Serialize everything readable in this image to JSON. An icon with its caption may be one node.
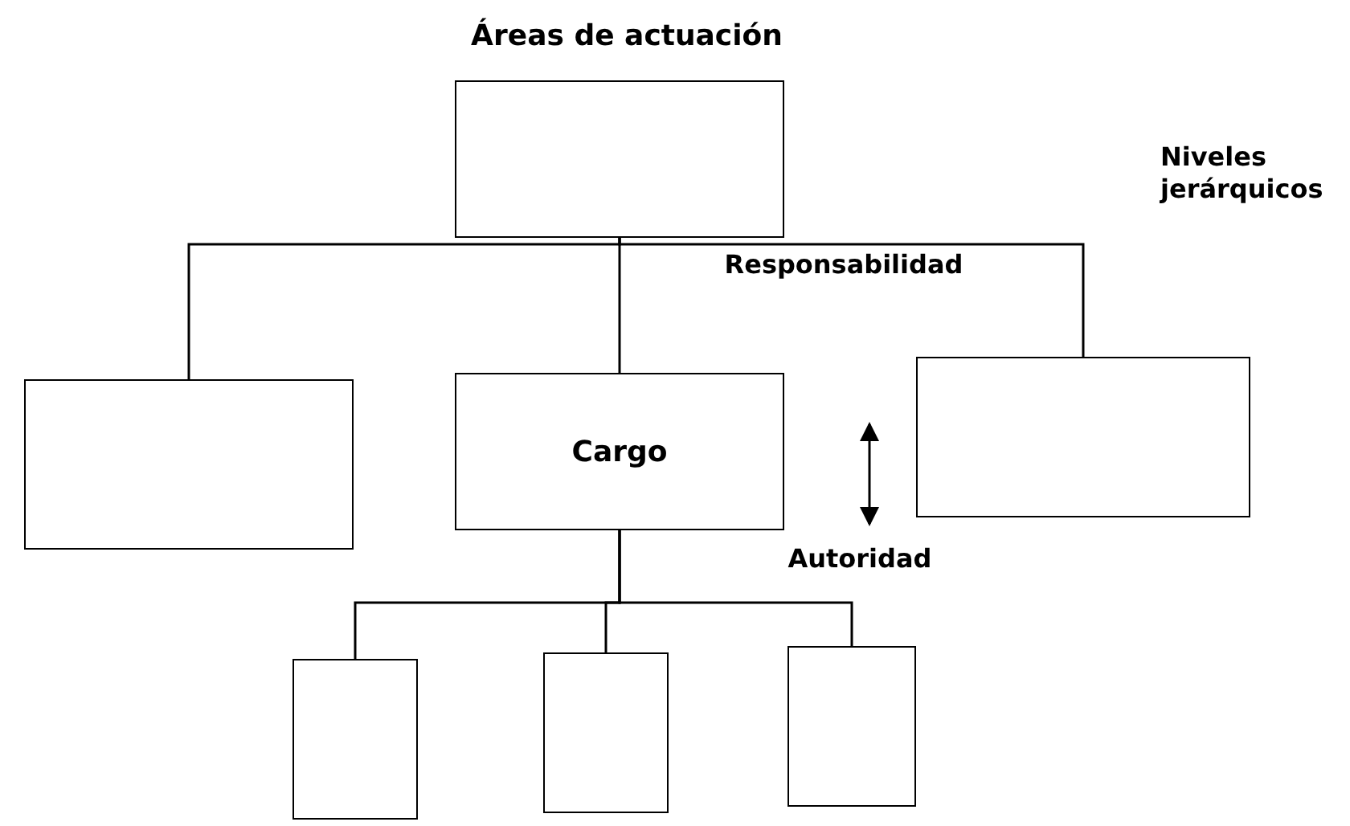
{
  "diagram": {
    "title": "Áreas de actuación",
    "nodes": [
      {
        "text": [],
        "shape": "box"
      },
      {
        "text": [],
        "shape": "box"
      },
      {
        "text": [
          "Cargo"
        ]
      },
      {
        "text": [],
        "shape": "box"
      },
      {
        "text": [],
        "shape": "box"
      },
      {
        "text": [],
        "shape": "box"
      },
      {
        "text": [],
        "shape": "box"
      }
    ],
    "edges": [
      {
        "from": 0,
        "to": 1,
        "arrow": "none"
      },
      {
        "from": 0,
        "to": 2,
        "arrow": "none"
      },
      {
        "from": 0,
        "to": 3,
        "arrow": "none"
      },
      {
        "from": 2,
        "to": 4,
        "arrow": "none"
      },
      {
        "from": 2,
        "to": 5,
        "arrow": "none"
      },
      {
        "from": 2,
        "to": 6,
        "arrow": "none"
      }
    ],
    "labels": [
      "Niveles jerárquicos",
      "Responsabilidad",
      "Autoridad"
    ]
  }
}
